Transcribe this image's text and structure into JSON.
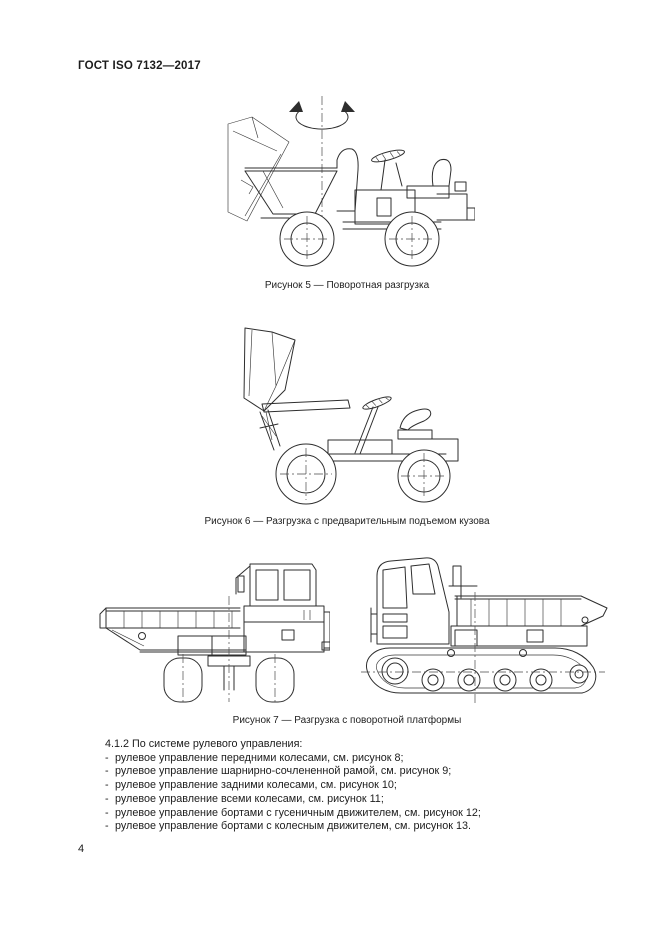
{
  "page": {
    "header": "ГОСТ ISO 7132—2017",
    "page_number": "4"
  },
  "figures": {
    "fig5": {
      "caption": "Рисунок 5 — Поворотная разгрузка",
      "drawing": "wheeled-dumper-rotary-discharge-side-view"
    },
    "fig6": {
      "caption": "Рисунок 6 — Разгрузка с предварительным подъемом кузова",
      "drawing": "wheeled-dumper-elevated-skip-side-view"
    },
    "fig7": {
      "caption": "Рисунок 7 — Разгрузка с поворотной платформы",
      "drawing_left": "rotating-platform-dumper-wheeled-side-view",
      "drawing_right": "rotating-platform-dumper-tracked-side-view"
    }
  },
  "section": {
    "heading": "4.1.2 По системе рулевого управления:",
    "bullet": "-",
    "items": [
      "рулевое управление передними колесами, см. рисунок 8;",
      "рулевое управление шарнирно-сочлененной рамой, см. рисунок 9;",
      "рулевое управление задними колесами, см. рисунок 10;",
      "рулевое управление всеми колесами, см. рисунок 11;",
      "рулевое управление бортами с гусеничным движителем, см. рисунок 12;",
      "рулевое управление бортами с колесным движителем, см. рисунок 13."
    ]
  }
}
